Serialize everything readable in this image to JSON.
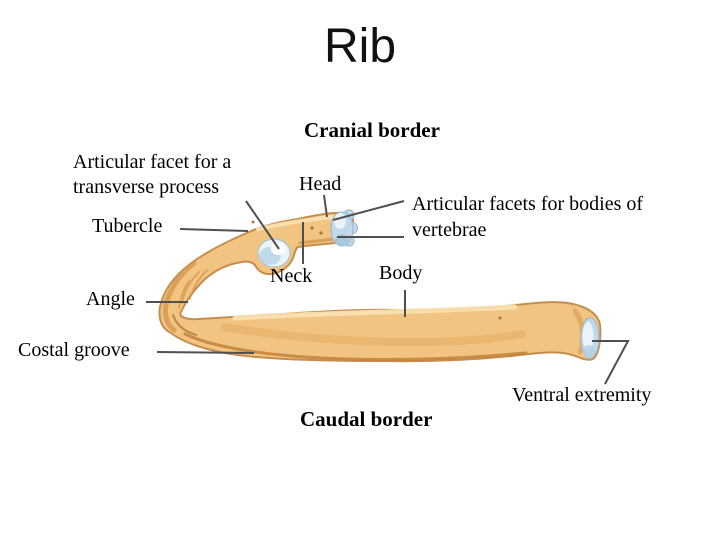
{
  "slide": {
    "title": "Rib"
  },
  "diagram": {
    "type": "labeled anatomical illustration of a typical rib (lateral view)",
    "border_labels": {
      "cranial": "Cranial border",
      "caudal": "Caudal border"
    },
    "part_labels": {
      "articular_facet_transverse": "Articular facet for a transverse process",
      "head": "Head",
      "articular_facets_bodies": "Articular facets for bodies of vertebrae",
      "tubercle": "Tubercle",
      "neck": "Neck",
      "body": "Body",
      "angle": "Angle",
      "costal_groove": "Costal groove",
      "ventral_extremity": "Ventral extremity"
    },
    "colors": {
      "background": "#ffffff",
      "text": "#000000",
      "bone_fill": "#f1c581",
      "bone_outline": "#c68e4e",
      "bone_highlight": "#f9e2b2",
      "bone_shadow": "#d3944e",
      "costal_groove_line": "#c1813a",
      "cartilage_facet": "#c2d9ea",
      "cartilage_highlight": "#ecf4fa",
      "leader_line": "#4f4f4f"
    }
  }
}
